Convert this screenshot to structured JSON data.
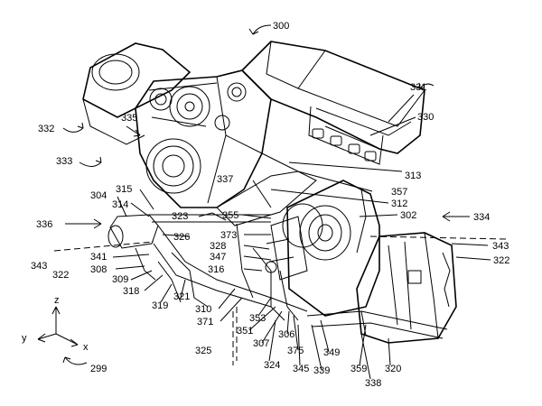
{
  "figure": {
    "labels": {
      "l300": "300",
      "l331": "331",
      "l330": "330",
      "l332": "332",
      "l335": "335",
      "l333": "333",
      "l313": "313",
      "l337": "337",
      "l357": "357",
      "l312": "312",
      "l315": "315",
      "l304": "304",
      "l314": "314",
      "l323": "323",
      "l355": "355",
      "l302": "302",
      "l336": "336",
      "l334": "334",
      "l373": "373",
      "l326": "326",
      "l328": "328",
      "l343a": "343",
      "l343b": "343",
      "l341": "341",
      "l347": "347",
      "l322a": "322",
      "l322b": "322",
      "l308": "308",
      "l316": "316",
      "l309": "309",
      "l318": "318",
      "l321": "321",
      "l319": "319",
      "l310": "310",
      "l371": "371",
      "l353": "353",
      "l351": "351",
      "l306": "306",
      "l307": "307",
      "l375": "375",
      "l349": "349",
      "l325": "325",
      "l324": "324",
      "l345": "345",
      "l339": "339",
      "l359": "359",
      "l320": "320",
      "l338": "338",
      "l299": "299"
    },
    "axes": {
      "z": "z",
      "y": "y",
      "x": "x"
    }
  }
}
